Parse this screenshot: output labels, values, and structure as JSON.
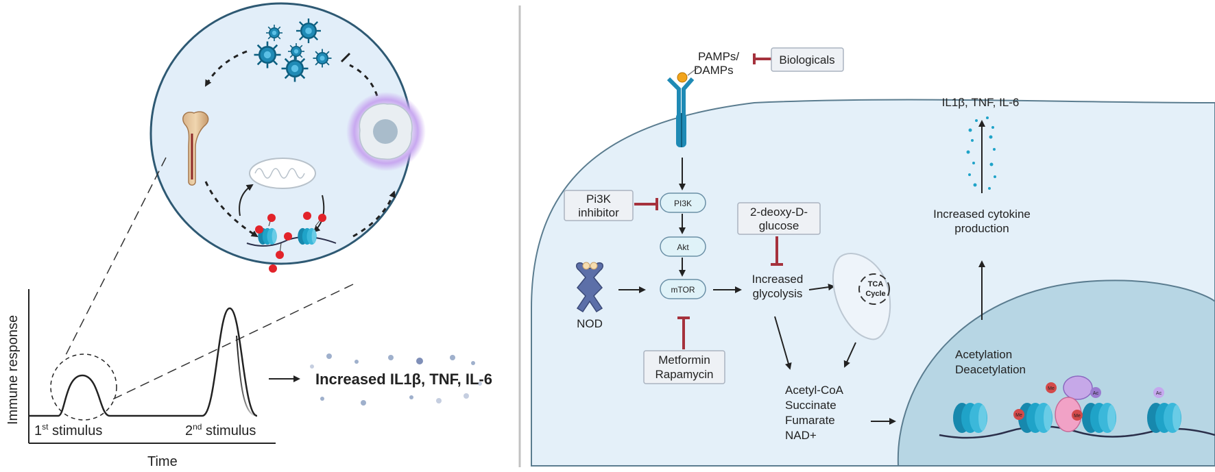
{
  "left_panel": {
    "y_axis_label": "Immune response",
    "x_axis_label": "Time",
    "stimulus_1": "1",
    "stimulus_1_sup": "st",
    "stimulus_1_rest": " stimulus",
    "stimulus_2": "2",
    "stimulus_2_sup": "nd",
    "stimulus_2_rest": " stimulus",
    "outcome": "Increased IL1β, TNF, IL-6"
  },
  "right_panel": {
    "pamps_line1": "PAMPs/",
    "pamps_line2": "DAMPs",
    "biologicals": "Biologicals",
    "pi3k_inhibitor_line1": "Pi3K",
    "pi3k_inhibitor_line2": "inhibitor",
    "pi3k": "PI3K",
    "akt": "Akt",
    "mtor": "mTOR",
    "nod": "NOD",
    "metformin": "Metformin",
    "rapamycin": "Rapamycin",
    "deoxy_line1": "2-deoxy-D-",
    "deoxy_line2": "glucose",
    "glycolysis_line1": "Increased",
    "glycolysis_line2": "glycolysis",
    "tca_line1": "TCA",
    "tca_line2": "Cycle",
    "metabolites": [
      "Acetyl-CoA",
      "Succinate",
      "Fumarate",
      "NAD+"
    ],
    "cytokines": "IL1β, TNF, IL-6",
    "cytokine_prod_line1": "Increased cytokine",
    "cytokine_prod_line2": "production",
    "acetylation": "Acetylation",
    "deacetylation": "Deacetylation",
    "me": "Me",
    "ac": "Ac"
  },
  "colors": {
    "inhibition": "#a5323d",
    "cell": "#e4f0f9",
    "nucleus": "#b7d6e4",
    "histone": "#1fa3c8"
  }
}
